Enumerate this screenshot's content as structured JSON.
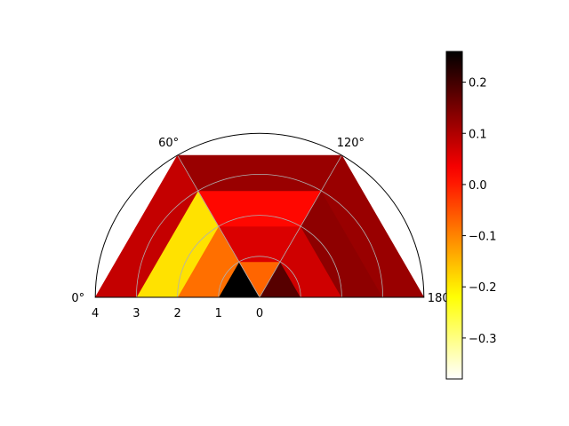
{
  "chart_data": {
    "type": "heatmap",
    "projection": "polar half-disc (0°–180°)",
    "theta_ticks": [
      "0°",
      "60°",
      "120°",
      "180°"
    ],
    "radial_ticks": [
      "4",
      "3",
      "2",
      "1",
      "0"
    ],
    "grid": true,
    "colormap": "hot_r",
    "colorbar": {
      "placement": "right",
      "vmin": -0.38,
      "vmax": 0.26,
      "ticks": [
        -0.3,
        -0.2,
        -0.1,
        0.0,
        0.1,
        0.2
      ],
      "tick_labels": [
        "−0.3",
        "−0.2",
        "−0.1",
        "0.0",
        "0.1",
        "0.2"
      ]
    },
    "cells": [
      {
        "r": 1,
        "triangle": "left",
        "value": 0.26
      },
      {
        "r": 1,
        "triangle": "middle",
        "value": -0.07
      },
      {
        "r": 1,
        "triangle": "right",
        "value": 0.18
      },
      {
        "r": 2,
        "triangle": "left",
        "value": -0.08
      },
      {
        "r": 2,
        "triangle": "middle",
        "value": 0.06
      },
      {
        "r": 2,
        "triangle": "right",
        "value": 0.07
      },
      {
        "r": 3,
        "triangle": "left",
        "value": -0.19
      },
      {
        "r": 3,
        "triangle": "middle",
        "value": 0.02
      },
      {
        "r": 3,
        "triangle": "right",
        "value": 0.13
      },
      {
        "r": 4,
        "triangle": "left",
        "value": 0.08
      },
      {
        "r": 4,
        "triangle": "middle",
        "value": 0.12
      },
      {
        "r": 4,
        "triangle": "right",
        "value": 0.12
      }
    ]
  }
}
